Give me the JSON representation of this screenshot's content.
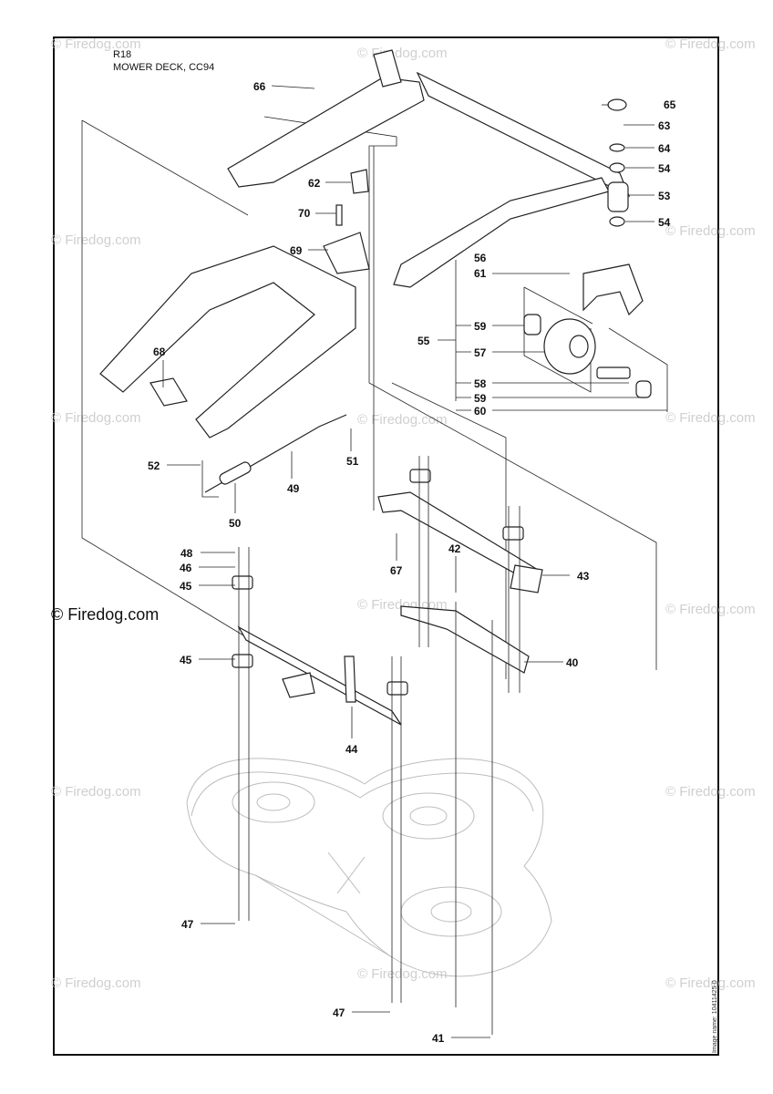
{
  "header": {
    "code": "R18",
    "title": "MOWER DECK, CC94"
  },
  "watermark": {
    "text": "© Firedog.com",
    "main": "© Firedog.com"
  },
  "side_note": "Image name: 10411425-0",
  "parts": [
    {
      "id": "66"
    },
    {
      "id": "65"
    },
    {
      "id": "63"
    },
    {
      "id": "64"
    },
    {
      "id": "54a",
      "label": "54"
    },
    {
      "id": "53"
    },
    {
      "id": "54b",
      "label": "54"
    },
    {
      "id": "62"
    },
    {
      "id": "70"
    },
    {
      "id": "69"
    },
    {
      "id": "56"
    },
    {
      "id": "61"
    },
    {
      "id": "55"
    },
    {
      "id": "59a",
      "label": "59"
    },
    {
      "id": "57"
    },
    {
      "id": "58"
    },
    {
      "id": "59b",
      "label": "59"
    },
    {
      "id": "60"
    },
    {
      "id": "68"
    },
    {
      "id": "51"
    },
    {
      "id": "52"
    },
    {
      "id": "49"
    },
    {
      "id": "50"
    },
    {
      "id": "48"
    },
    {
      "id": "46"
    },
    {
      "id": "45a",
      "label": "45"
    },
    {
      "id": "67"
    },
    {
      "id": "42"
    },
    {
      "id": "43"
    },
    {
      "id": "45b",
      "label": "45"
    },
    {
      "id": "40"
    },
    {
      "id": "44"
    },
    {
      "id": "47a",
      "label": "47"
    },
    {
      "id": "47b",
      "label": "47"
    },
    {
      "id": "41"
    }
  ]
}
